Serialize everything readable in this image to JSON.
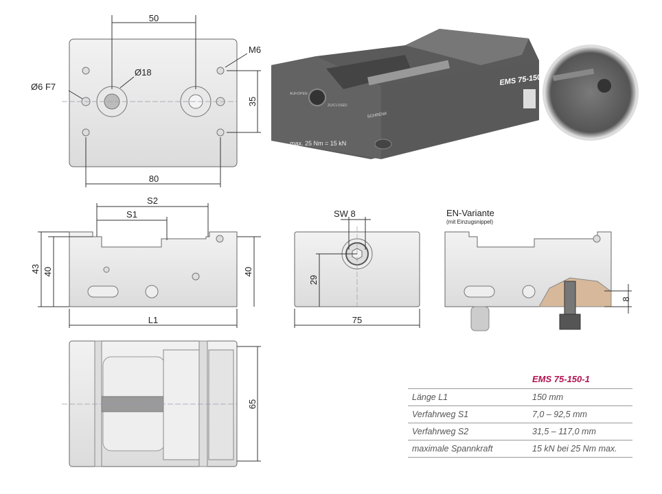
{
  "top_view": {
    "dim_50": "50",
    "dim_d18": "Ø18",
    "dim_d6": "Ø6 F7",
    "dim_m6": "M6",
    "dim_35": "35",
    "dim_80": "80"
  },
  "render": {
    "model_label": "EMS 75-150",
    "brand": "SCHRENK",
    "open_label": "AUF\nOPEN",
    "close_label": "ZU\nCLOSED",
    "torque_label": "max. 25 Nm = 15 kN"
  },
  "side_view": {
    "dim_s2": "S2",
    "dim_s1": "S1",
    "dim_43": "43",
    "dim_40_left": "40",
    "dim_40_right": "40",
    "dim_l1": "L1"
  },
  "end_view": {
    "dim_sw8": "SW 8",
    "dim_29": "29",
    "dim_75": "75"
  },
  "en_view": {
    "title": "EN-Variante",
    "subtitle": "(mit Einzugsnippel)",
    "dim_8": "8"
  },
  "bottom_view": {
    "dim_65": "65"
  },
  "specs": {
    "title": "EMS 75-150-1",
    "rows": [
      {
        "label": "Länge L1",
        "value": "150 mm"
      },
      {
        "label": "Verfahrweg S1",
        "value": "7,0 – 92,5 mm"
      },
      {
        "label": "Verfahrweg S2",
        "value": "31,5 – 117,0 mm"
      },
      {
        "label": "maximale Spannkraft",
        "value": "15 kN bei 25 Nm max."
      }
    ]
  },
  "colors": {
    "accent": "#b0124f",
    "body_fill": "#e6e6e6",
    "render_fill": "#5a5a5a"
  }
}
